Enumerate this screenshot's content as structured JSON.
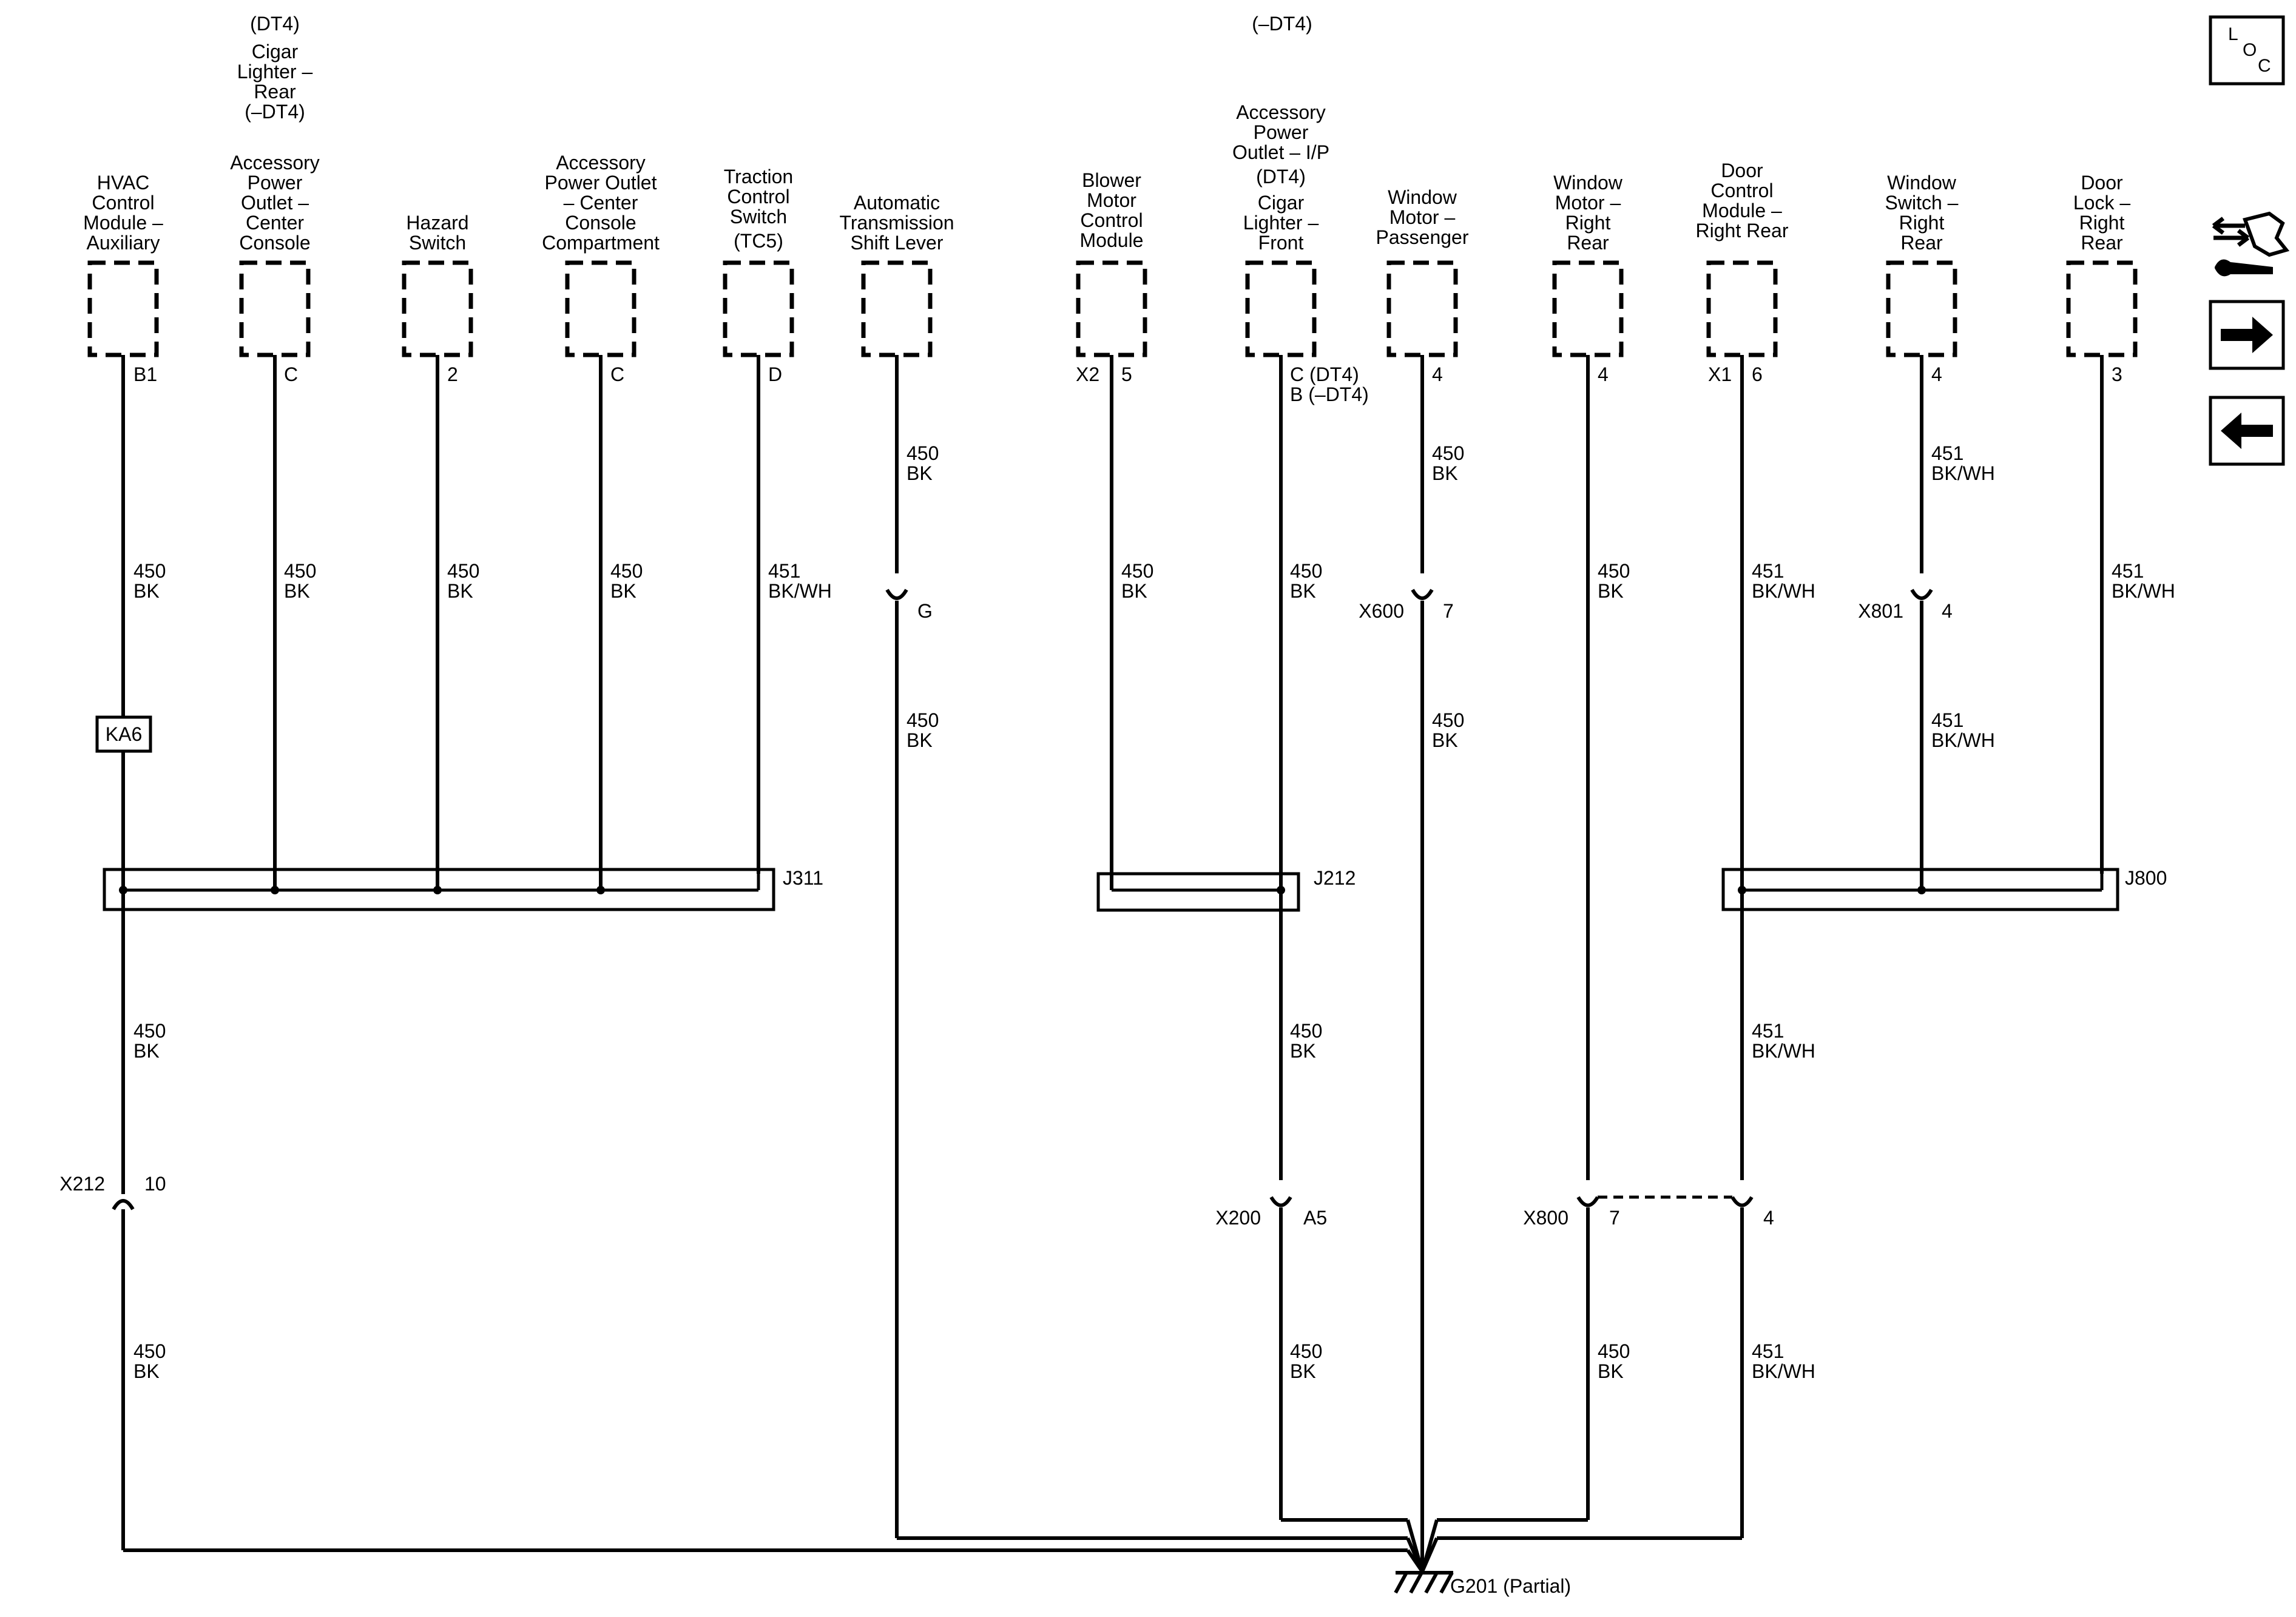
{
  "top_notes": {
    "dt4": "(DT4)",
    "not_dt4": "(–DT4)"
  },
  "components": [
    {
      "id": "hvac",
      "label": [
        "HVAC",
        "Control",
        "Module –",
        "Auxiliary"
      ],
      "pins": [
        "B1"
      ]
    },
    {
      "id": "apo-cc",
      "label": [
        "Cigar",
        "Lighter –",
        "Rear",
        "(–DT4)",
        "Accessory",
        "Power",
        "Outlet –",
        "Center",
        "Console"
      ],
      "pins": [
        "C"
      ]
    },
    {
      "id": "hazard",
      "label": [
        "Hazard",
        "Switch"
      ],
      "pins": [
        "2"
      ]
    },
    {
      "id": "apo-ccc",
      "label": [
        "Accessory",
        "Power Outlet",
        "– Center",
        "Console",
        "Compartment"
      ],
      "pins": [
        "C"
      ]
    },
    {
      "id": "tcs",
      "label": [
        "Traction",
        "Control",
        "Switch",
        "(TC5)"
      ],
      "pins": [
        "D"
      ]
    },
    {
      "id": "ats",
      "label": [
        "Automatic",
        "Transmission",
        "Shift Lever"
      ],
      "pins": []
    },
    {
      "id": "blower",
      "label": [
        "Blower",
        "Motor",
        "Control",
        "Module"
      ],
      "pins": [
        "X2",
        "5"
      ]
    },
    {
      "id": "apo-ip",
      "label": [
        "Accessory",
        "Power",
        "Outlet – I/P",
        "(DT4)",
        "Cigar",
        "Lighter –",
        "Front"
      ],
      "pins": [
        "C (DT4)",
        "B (–DT4)"
      ]
    },
    {
      "id": "wm-pass",
      "label": [
        "Window",
        "Motor –",
        "Passenger"
      ],
      "pins": [
        "4"
      ]
    },
    {
      "id": "wm-rr",
      "label": [
        "Window",
        "Motor –",
        "Right",
        "Rear"
      ],
      "pins": [
        "4"
      ]
    },
    {
      "id": "dcm-rr",
      "label": [
        "Door",
        "Control",
        "Module –",
        "Right Rear"
      ],
      "pins": [
        "X1",
        "6"
      ]
    },
    {
      "id": "ws-rr",
      "label": [
        "Window",
        "Switch –",
        "Right",
        "Rear"
      ],
      "pins": [
        "4"
      ]
    },
    {
      "id": "dl-rr",
      "label": [
        "Door",
        "Lock –",
        "Right",
        "Rear"
      ],
      "pins": [
        "3"
      ]
    }
  ],
  "wires": [
    {
      "id": "w-hvac-1",
      "gauge": "450",
      "color": "BK"
    },
    {
      "id": "w-apocc",
      "gauge": "450",
      "color": "BK"
    },
    {
      "id": "w-hazard",
      "gauge": "450",
      "color": "BK"
    },
    {
      "id": "w-apoccc",
      "gauge": "450",
      "color": "BK"
    },
    {
      "id": "w-tcs",
      "gauge": "451",
      "color": "BK/WH"
    },
    {
      "id": "w-ats-1",
      "gauge": "450",
      "color": "BK"
    },
    {
      "id": "w-ats-2",
      "gauge": "450",
      "color": "BK"
    },
    {
      "id": "w-blower",
      "gauge": "450",
      "color": "BK"
    },
    {
      "id": "w-apoip-1",
      "gauge": "450",
      "color": "BK"
    },
    {
      "id": "w-wmp-1",
      "gauge": "450",
      "color": "BK"
    },
    {
      "id": "w-wmp-2",
      "gauge": "450",
      "color": "BK"
    },
    {
      "id": "w-wmrr-1",
      "gauge": "450",
      "color": "BK"
    },
    {
      "id": "w-dcm-1",
      "gauge": "451",
      "color": "BK/WH"
    },
    {
      "id": "w-ws-1",
      "gauge": "451",
      "color": "BK/WH"
    },
    {
      "id": "w-ws-2",
      "gauge": "451",
      "color": "BK/WH"
    },
    {
      "id": "w-dl",
      "gauge": "451",
      "color": "BK/WH"
    },
    {
      "id": "w-hvac-2",
      "gauge": "450",
      "color": "BK"
    },
    {
      "id": "w-apoip-2",
      "gauge": "450",
      "color": "BK"
    },
    {
      "id": "w-dcm-2",
      "gauge": "451",
      "color": "BK/WH"
    },
    {
      "id": "w-hvac-3",
      "gauge": "450",
      "color": "BK"
    },
    {
      "id": "w-apoip-3",
      "gauge": "450",
      "color": "BK"
    },
    {
      "id": "w-wmrr-2",
      "gauge": "450",
      "color": "BK"
    },
    {
      "id": "w-dcm-3",
      "gauge": "451",
      "color": "BK/WH"
    }
  ],
  "splices": [
    {
      "id": "splice-j311",
      "label": "J311"
    },
    {
      "id": "splice-j212",
      "label": "J212"
    },
    {
      "id": "splice-j800",
      "label": "J800"
    }
  ],
  "inline_connectors": [
    {
      "id": "conn-ats",
      "name": "",
      "pin": "G"
    },
    {
      "id": "conn-x600",
      "name": "X600",
      "pin": "7"
    },
    {
      "id": "conn-x801",
      "name": "X801",
      "pin": "4"
    },
    {
      "id": "conn-x212",
      "name": "X212",
      "pin": "10"
    },
    {
      "id": "conn-x200",
      "name": "X200",
      "pin": "A5"
    },
    {
      "id": "conn-x800a",
      "name": "X800",
      "pin": "7"
    },
    {
      "id": "conn-x800b",
      "name": "",
      "pin": "4"
    }
  ],
  "option_box": {
    "label": "KA6"
  },
  "ground": {
    "label": "G201 (Partial)"
  },
  "nav": {
    "loc_l": "L",
    "loc_o": "O",
    "loc_c": "C",
    "service_icon": "connector-wrench-icon",
    "next_icon": "arrow-right-icon",
    "prev_icon": "arrow-left-icon"
  }
}
